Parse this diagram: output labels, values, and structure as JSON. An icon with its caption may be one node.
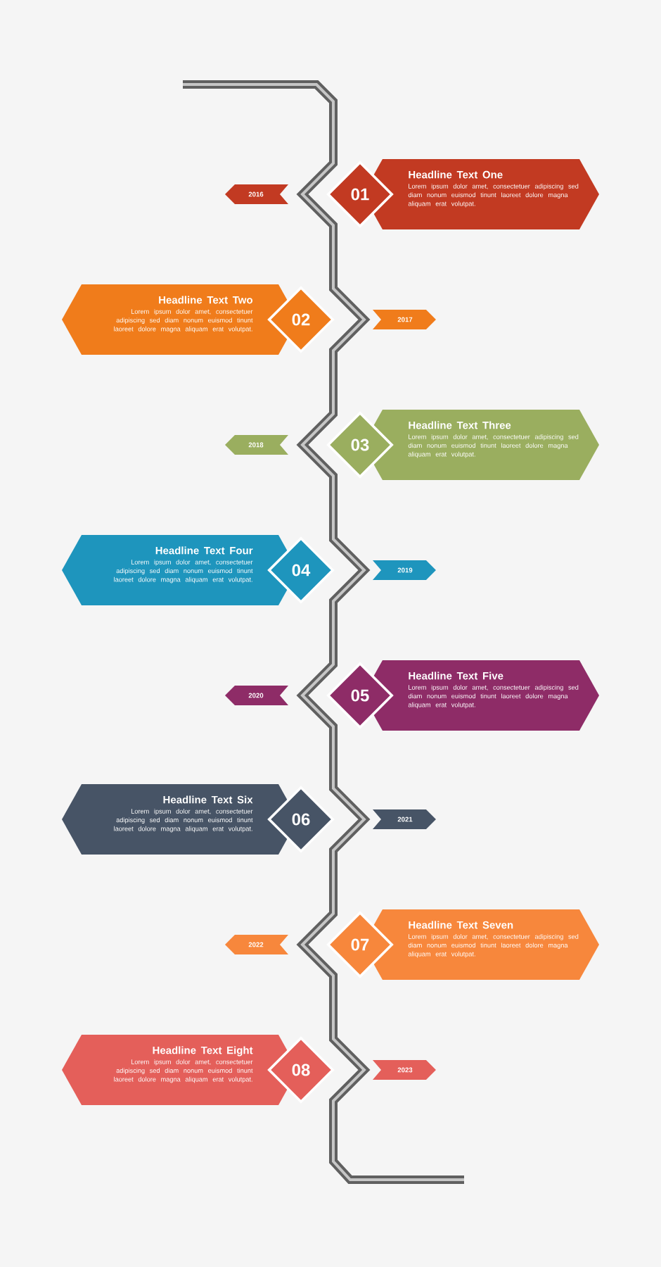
{
  "diagram": {
    "nodes": [
      {
        "text": [
          "Headline Text One",
          "Lorem ipsum dolor amet, consectetuer adipiscing sed diam nonum euismod tinunt laoreet dolore magna aliquam erat volutpat."
        ]
      },
      {
        "text": [
          "01"
        ]
      },
      {
        "text": [
          "2016"
        ]
      },
      {
        "text": [
          "Headline Text Two",
          "Lorem ipsum dolor amet, consectetuer adipiscing sed diam nonum euismod tinunt laoreet dolore magna aliquam erat volutpat."
        ]
      },
      {
        "text": [
          "02"
        ]
      },
      {
        "text": [
          "2017"
        ]
      },
      {
        "text": [
          "Headline Text Three",
          "Lorem ipsum dolor amet, consectetuer adipiscing sed diam nonum euismod tinunt laoreet dolore magna aliquam erat volutpat."
        ]
      },
      {
        "text": [
          "03"
        ]
      },
      {
        "text": [
          "2018"
        ]
      },
      {
        "text": [
          "Headline Text Four",
          "Lorem ipsum dolor amet, consectetuer adipiscing sed diam nonum euismod tinunt laoreet dolore magna aliquam erat volutpat."
        ]
      },
      {
        "text": [
          "04"
        ]
      },
      {
        "text": [
          "2019"
        ]
      },
      {
        "text": [
          "Headline Text Five",
          "Lorem ipsum dolor amet, consectetuer adipiscing sed diam nonum euismod tinunt laoreet dolore magna aliquam erat volutpat."
        ]
      },
      {
        "text": [
          "05"
        ]
      },
      {
        "text": [
          "2020"
        ]
      },
      {
        "text": [
          "Headline Text Six",
          "Lorem ipsum dolor amet, consectetuer adipiscing sed diam nonum euismod tinunt laoreet dolore magna aliquam erat volutpat."
        ]
      },
      {
        "text": [
          "06"
        ]
      },
      {
        "text": [
          "2021"
        ]
      },
      {
        "text": [
          "Headline Text Seven",
          "Lorem ipsum dolor amet, consectetuer adipiscing sed diam nonum euismod tinunt laoreet dolore magna aliquam erat volutpat."
        ]
      },
      {
        "text": [
          "07"
        ]
      },
      {
        "text": [
          "2022"
        ]
      },
      {
        "text": [
          "Headline Text Eight",
          "Lorem ipsum dolor amet, consectetuer adipiscing sed diam nonum euismod tinunt laoreet dolore magna aliquam erat volutpat."
        ]
      },
      {
        "text": [
          "08"
        ]
      },
      {
        "text": [
          "2023"
        ]
      }
    ]
  }
}
